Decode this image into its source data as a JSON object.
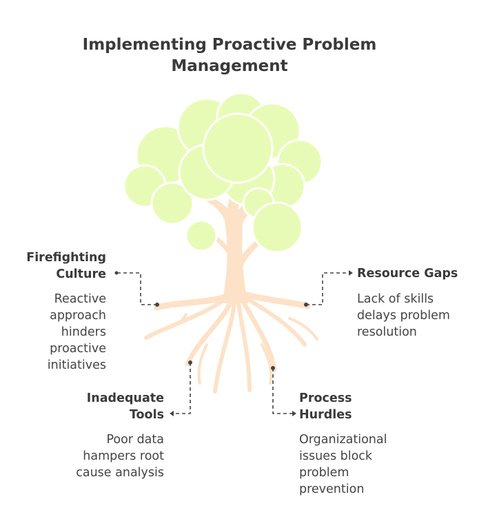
{
  "title_line1": "Implementing Proactive Problem",
  "title_line2": "Management",
  "items": {
    "firefighting": {
      "title_line1": "Firefighting",
      "title_line2": "Culture",
      "desc": [
        "Reactive",
        "approach",
        "hinders",
        "proactive",
        "initiatives"
      ]
    },
    "resource": {
      "title": "Resource Gaps",
      "desc": [
        "Lack of skills",
        "delays problem",
        "resolution"
      ]
    },
    "tools": {
      "title_line1": "Inadequate",
      "title_line2": "Tools",
      "desc": [
        "Poor data",
        "hampers root",
        "cause analysis"
      ]
    },
    "process": {
      "title_line1": "Process",
      "title_line2": "Hurdles",
      "desc": [
        "Organizational",
        "issues block",
        "problem",
        "prevention"
      ]
    }
  },
  "colors": {
    "foliage": "#e8fbb6",
    "foliage_outline": "#ffffff",
    "trunk": "#fde2c8",
    "text": "#3a3a3a",
    "connector": "#444444"
  }
}
